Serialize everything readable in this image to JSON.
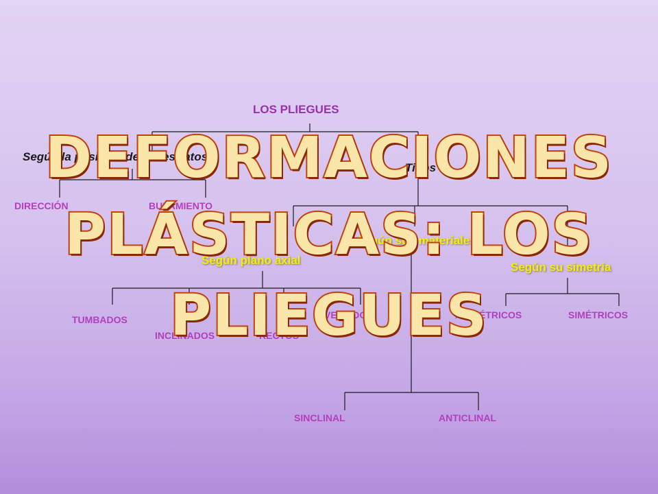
{
  "diagram": {
    "root": "LOS PLIEGUES",
    "categories": {
      "estratos": "Según la posición de los estratos",
      "tipos": "Tipos"
    },
    "estratos_children": {
      "direccion": "DIRECCIÓN",
      "buzamiento": "BUZAMIENTO"
    },
    "tipos_groups": {
      "plano_axial": "Según plano axial",
      "materiales": "Según sus materiales",
      "simetria": "Según su simetría"
    },
    "plano_axial_children": {
      "tumbados": "TUMBADOS",
      "inclinados": "INCLINADOS",
      "rectos": "RECTOS",
      "invertidos": "INVERTIDOS"
    },
    "materiales_children": {
      "sinclinal": "SINCLINAL",
      "anticlinal": "ANTICLINAL"
    },
    "simetria_children": {
      "asimetricos": "ASIMÉTRICOS",
      "simetricos": "SIMÉTRICOS"
    }
  },
  "title": {
    "line1": "DEFORMACIONES",
    "line2": "PLÁSTICAS: LOS",
    "line3": "PLIEGUES"
  },
  "colors": {
    "node_text": "#b23fbe",
    "category_text": "#1a1a1a",
    "group_text": "#f2f000",
    "connector": "#1a1a1a",
    "title_fill": "#fbe6a9",
    "title_outline": "#c2410c"
  }
}
